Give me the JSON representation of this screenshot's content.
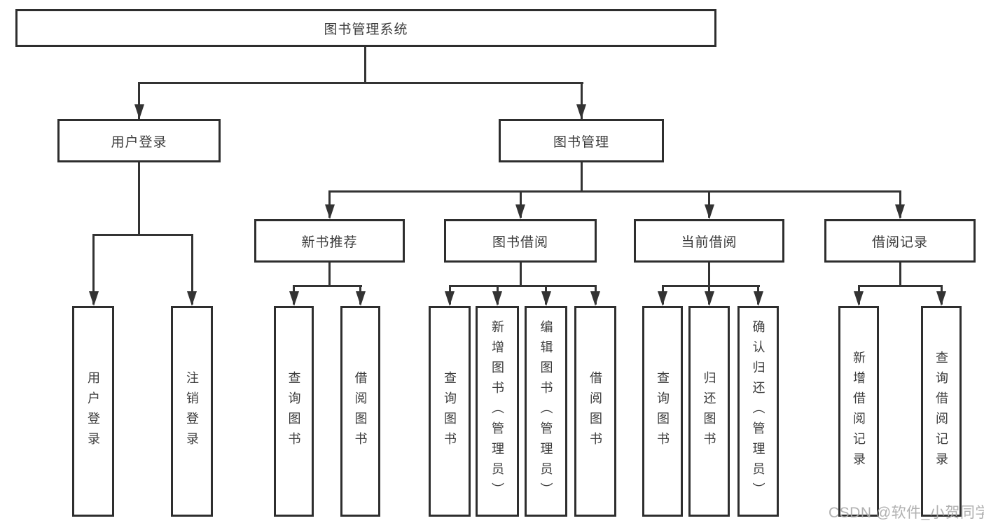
{
  "tree": {
    "label": "图书管理系统",
    "children": [
      {
        "label": "用户登录",
        "children": [
          {
            "label": "用户登录"
          },
          {
            "label": "注销登录"
          }
        ]
      },
      {
        "label": "图书管理",
        "children": [
          {
            "label": "新书推荐",
            "children": [
              {
                "label": "查询图书"
              },
              {
                "label": "借阅图书"
              }
            ]
          },
          {
            "label": "图书借阅",
            "children": [
              {
                "label": "查询图书"
              },
              {
                "label": "新增图书（管理员）"
              },
              {
                "label": "编辑图书（管理员）"
              },
              {
                "label": "借阅图书"
              }
            ]
          },
          {
            "label": "当前借阅",
            "children": [
              {
                "label": "查询图书"
              },
              {
                "label": "归还图书"
              },
              {
                "label": "确认归还（管理员）"
              }
            ]
          },
          {
            "label": "借阅记录",
            "children": [
              {
                "label": "新增借阅记录"
              },
              {
                "label": "查询借阅记录"
              }
            ]
          }
        ]
      }
    ]
  },
  "watermark": {
    "text": "CSDN @软件_小贺同学"
  },
  "colors": {
    "line": "#333333",
    "box_border": "#2e2e2e",
    "text": "#3c3c3c",
    "background": "#ffffff",
    "watermark": "#aaaaaa"
  }
}
